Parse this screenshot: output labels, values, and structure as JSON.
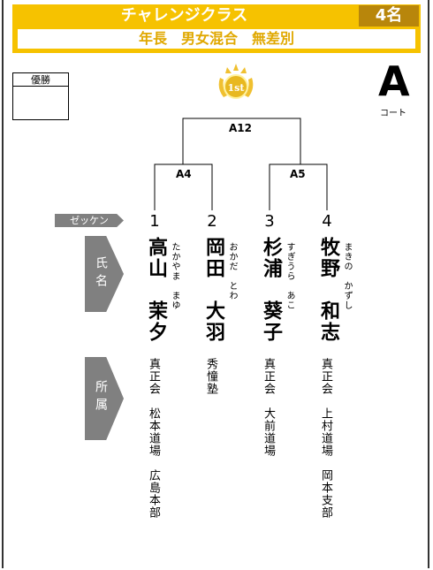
{
  "header": {
    "title": "チャレンジクラス",
    "count": "4名",
    "subtitle": "年長　男女混合　無差別"
  },
  "winner_label": "優勝",
  "court": {
    "letter": "A",
    "label": "コート"
  },
  "trophy_text": "1st",
  "bracket": {
    "final": "A12",
    "semi_left": "A4",
    "semi_right": "A5"
  },
  "zekken_label": "ゼッケン",
  "name_label": "氏名",
  "affiliation_label": "所属",
  "competitors": [
    {
      "number": "1",
      "name": "高山　茉夕",
      "kana": "たかやま　まゆ",
      "affiliation": "真正会　松本道場　広島本部"
    },
    {
      "number": "2",
      "name": "岡田　大羽",
      "kana": "おかだ　とわ",
      "affiliation": "秀憧塾"
    },
    {
      "number": "3",
      "name": "杉浦　葵子",
      "kana": "すぎうら　あこ",
      "affiliation": "真正会　大前道場"
    },
    {
      "number": "4",
      "name": "牧野　和志",
      "kana": "まきの　かずし",
      "affiliation": "真正会　上村道場　岡本支部"
    }
  ],
  "colors": {
    "header_bg": "#f6c200",
    "count_bg": "#b8860b",
    "label_bg": "#808080"
  }
}
